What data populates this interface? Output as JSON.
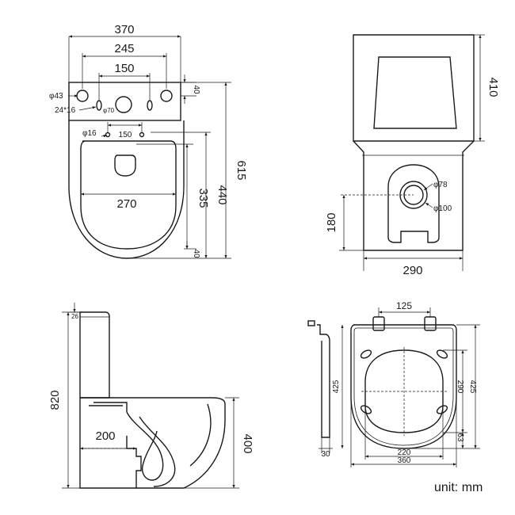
{
  "unit": "unit: mm",
  "top_view": {
    "dims": {
      "width_370": "370",
      "hole_245": "245",
      "hole_150": "150",
      "dia_43": "φ43",
      "hole_24x16": "24*16",
      "dia_70": "φ70",
      "edge_40": "40",
      "dia_16": "φ16",
      "spacing_150": "150",
      "seat_270": "270",
      "depth_335": "335",
      "depth_440": "440",
      "depth_615": "615",
      "rear_40": "40"
    }
  },
  "rear_view": {
    "dims": {
      "tank_410": "410",
      "dia_78": "φ78",
      "dia_100": "φ100",
      "height_180": "180",
      "width_290": "290"
    }
  },
  "side_view": {
    "dims": {
      "lid_26": "26",
      "height_820": "820",
      "outlet_200": "200",
      "depth_400": "400"
    }
  },
  "seat_view": {
    "dims": {
      "hinge_125": "125",
      "side_425": "425",
      "inner_290": "290",
      "outer_425": "425",
      "bottom_63": "63",
      "thickness_30": "30",
      "inner_220": "220",
      "outer_360": "360"
    }
  }
}
